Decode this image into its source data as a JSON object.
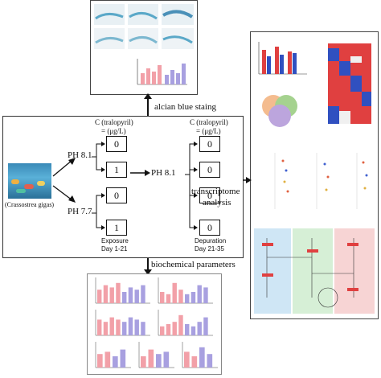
{
  "labels": {
    "alcian": "alcian blue staing",
    "biochemical": "biochemical parameters",
    "transcriptome_line1": "transcriptome",
    "transcriptome_line2": "analysis",
    "species": "(Crassostrea gigas)",
    "ph81_left": "PH 8.1",
    "ph77_left": "PH 7.7",
    "ph81_mid": "PH 8.1",
    "conc_header_1_line1": "C (tralopyril)",
    "conc_header_1_line2": "= (μg/L)",
    "conc_header_2_line1": "C (tralopyril)",
    "conc_header_2_line2": "= (μg/L)",
    "exposure_line1": "Exposure",
    "exposure_line2": "Day 1-21",
    "depuration_line1": "Depuration",
    "depuration_line2": "Day 21-35"
  },
  "exposure_boxes": [
    "0",
    "1",
    "0",
    "1"
  ],
  "depuration_boxes": [
    "0",
    "0",
    "0",
    "0"
  ],
  "colors": {
    "stain_blue": "#5aa8c8",
    "bar_pink": "#f2a0a8",
    "bar_purple": "#a8a0e0",
    "heat_red": "#e04040",
    "heat_blue": "#3050c0",
    "pathway_blue": "#cfe6f5",
    "pathway_green": "#d6efd6",
    "pathway_pink": "#f7d4d4"
  }
}
